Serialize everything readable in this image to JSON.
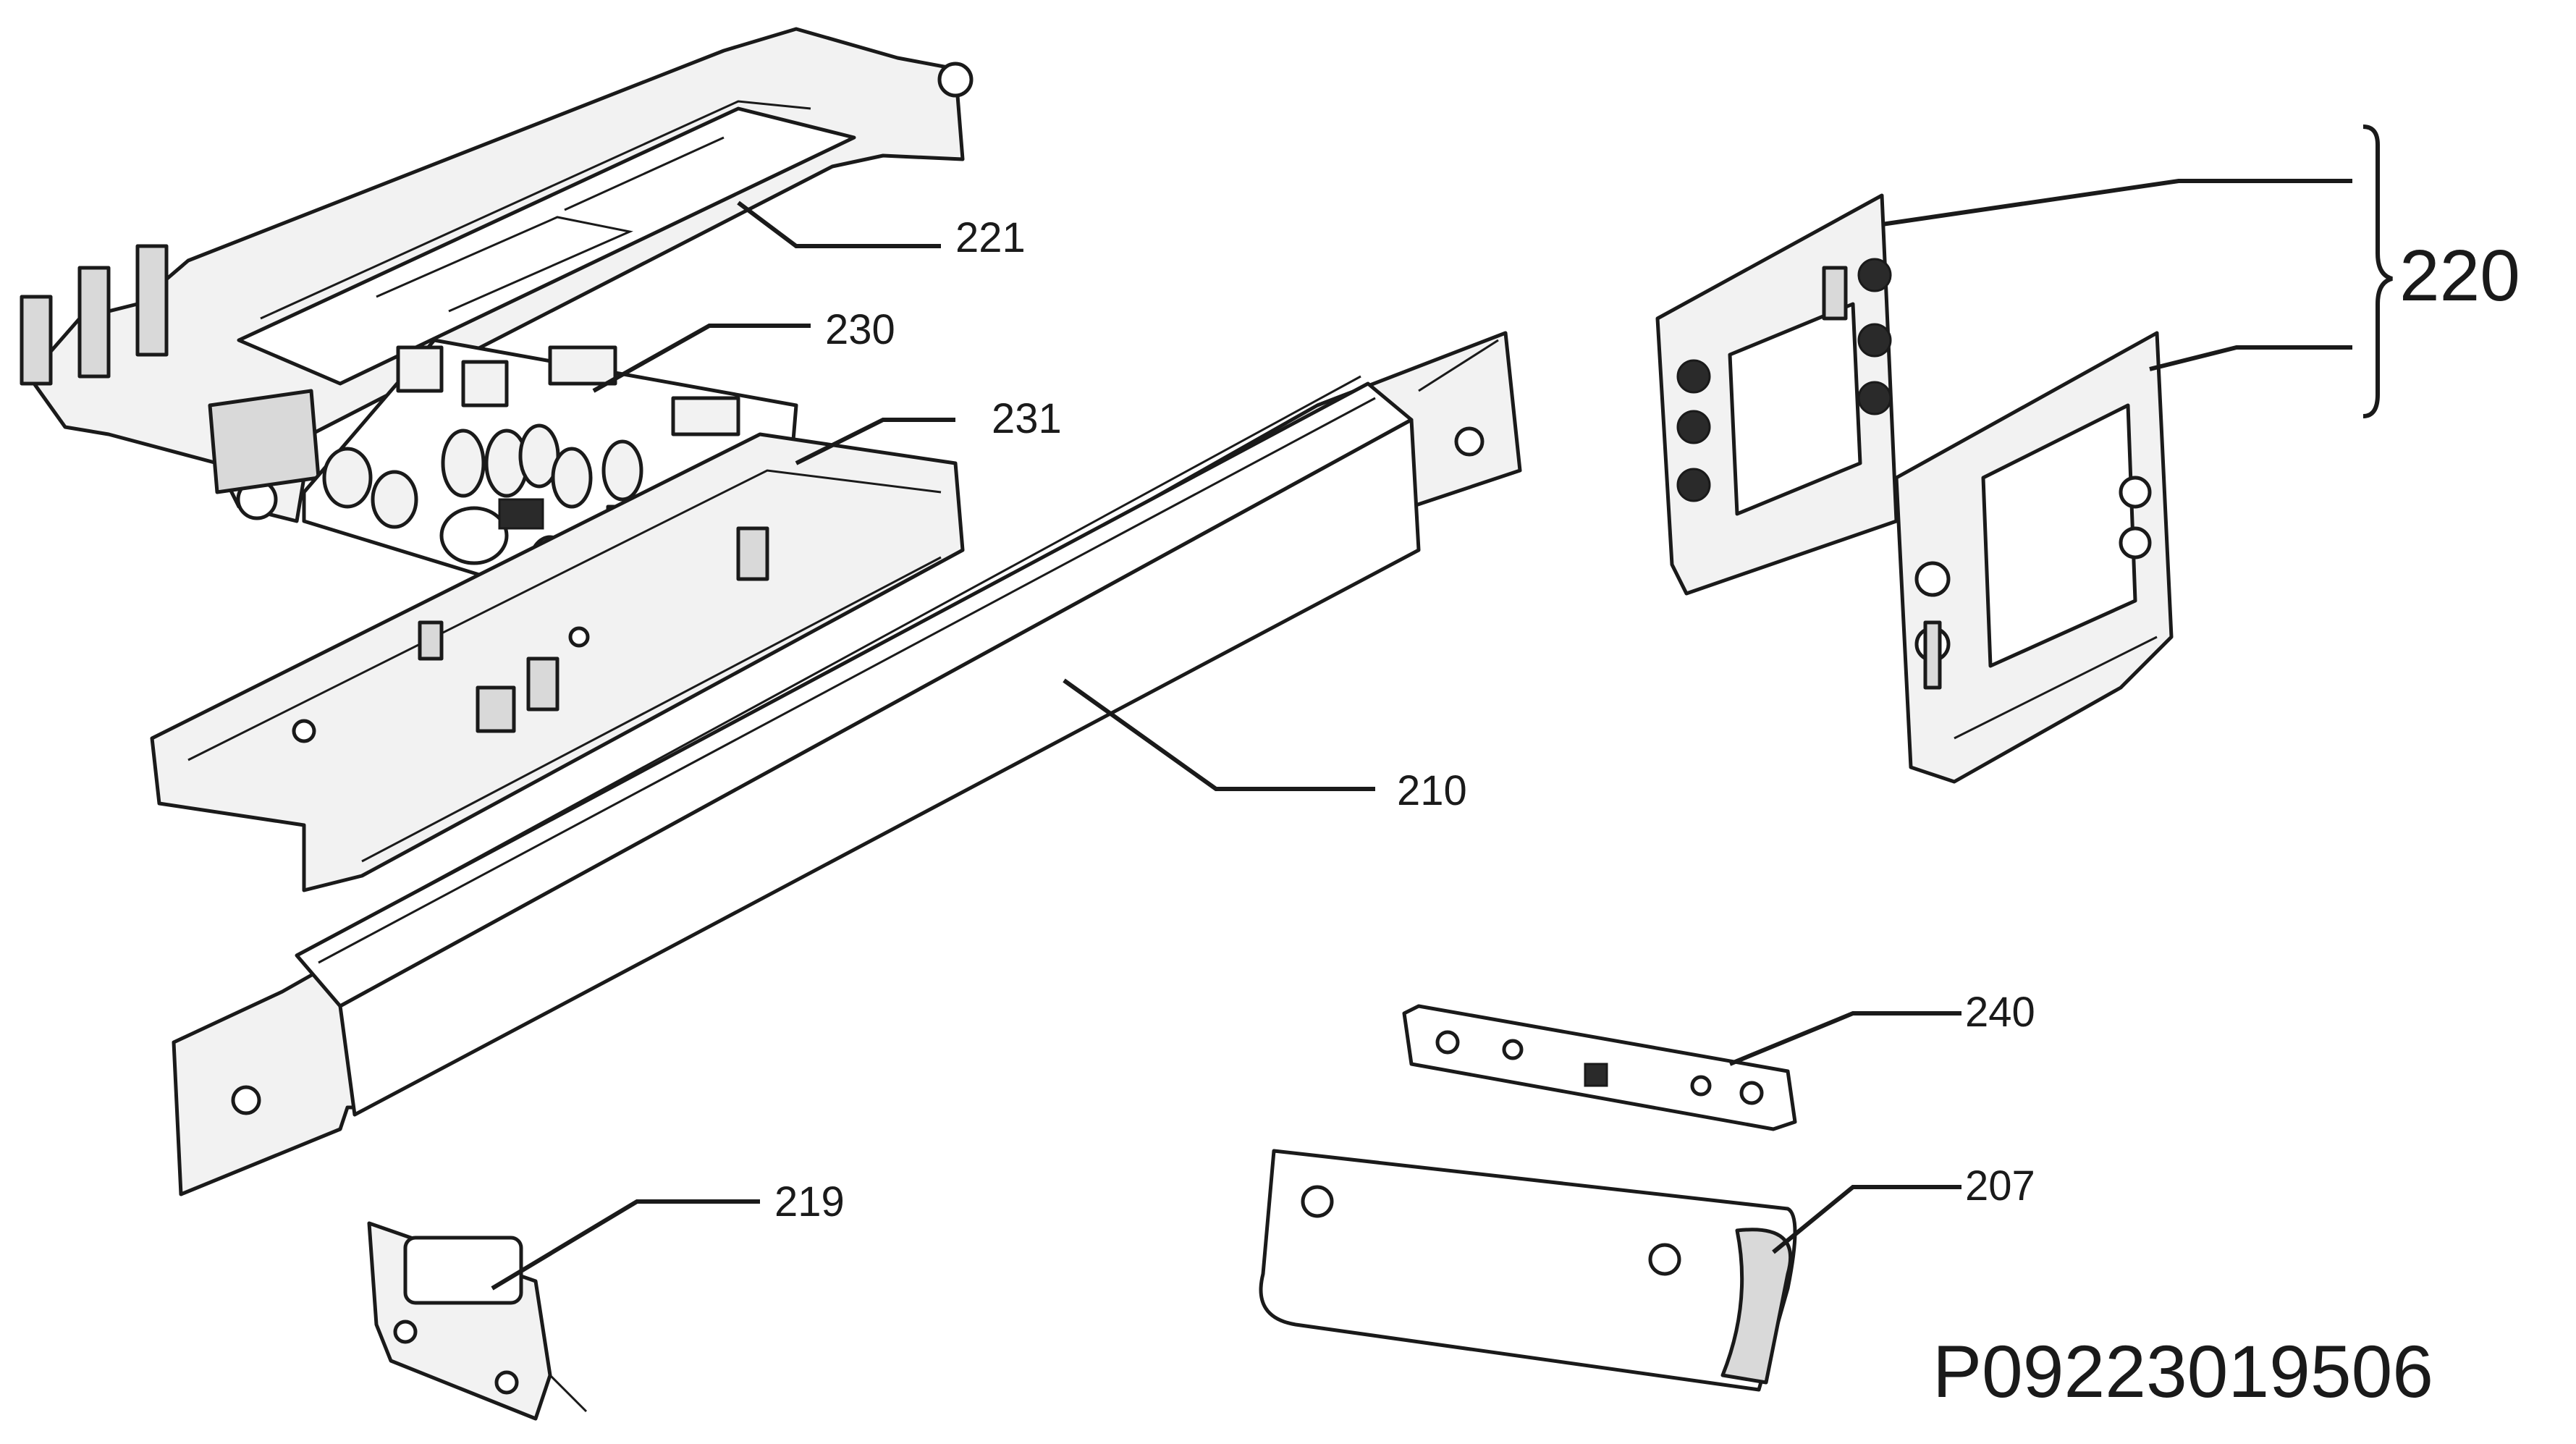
{
  "labels": {
    "p221": "221",
    "p230": "230",
    "p231": "231",
    "p220": "220",
    "p210": "210",
    "p240": "240",
    "p207": "207",
    "p219": "219"
  },
  "document_number": "P09223019506"
}
